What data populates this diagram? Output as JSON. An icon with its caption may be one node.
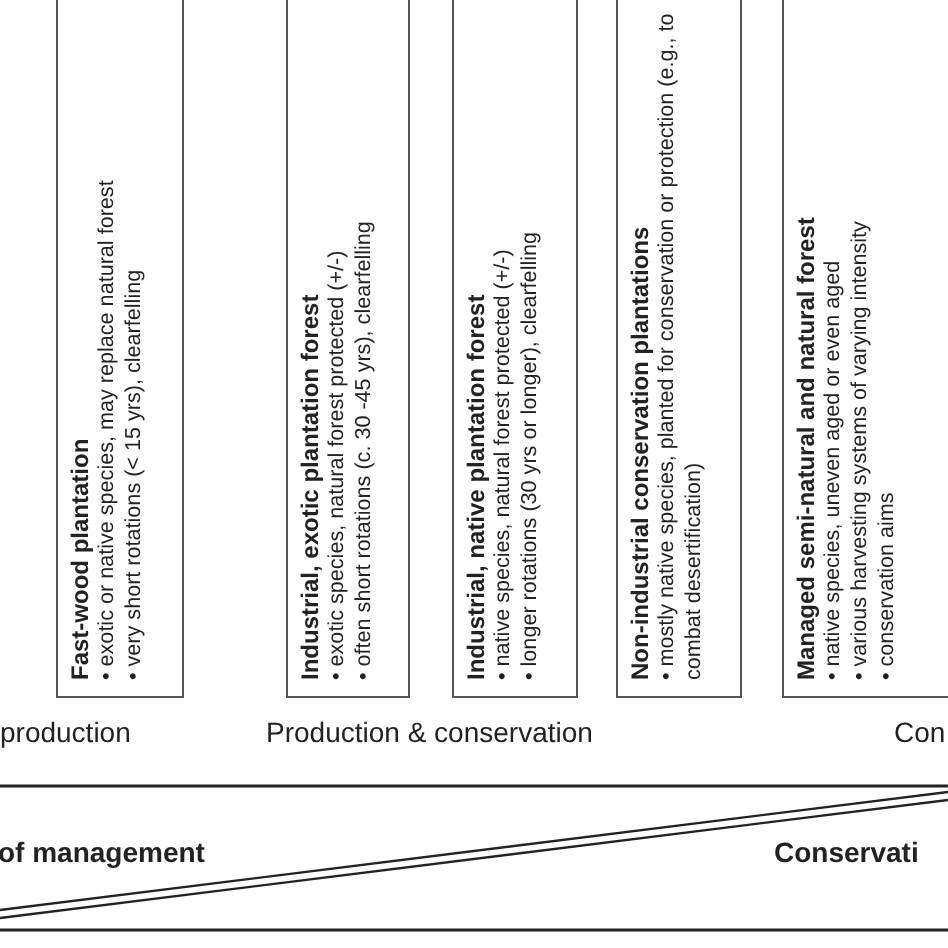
{
  "diagram": {
    "nodes": [
      {
        "text": [
          "Fast-wood plantation",
          "• exotic or native species, may replace natural forest",
          "• very short rotations (< 15 yrs), clearfelling"
        ]
      },
      {
        "text": [
          "Industrial, exotic plantation forest",
          "• exotic species, natural forest protected (+/-)",
          "• often short rotations (c. 30 -45 yrs), clearfelling"
        ]
      },
      {
        "text": [
          "Industrial, native plantation forest",
          "• native species, natural forest protected (+/-)",
          "• longer rotations (30 yrs or longer), clearfelling"
        ]
      },
      {
        "text": [
          "Non-industrial conservation plantations",
          "• mostly native species, planted for conservation or protection (e.g., to combat desertification)"
        ]
      },
      {
        "text": [
          "Managed semi-natural and natural forest",
          "• native species, uneven aged or even aged",
          "• various harvesting systems of varying intensity",
          "• conservation aims"
        ]
      }
    ],
    "labels": [
      "production",
      "Production & conservation",
      "Con",
      "of management",
      "Conservati"
    ]
  }
}
